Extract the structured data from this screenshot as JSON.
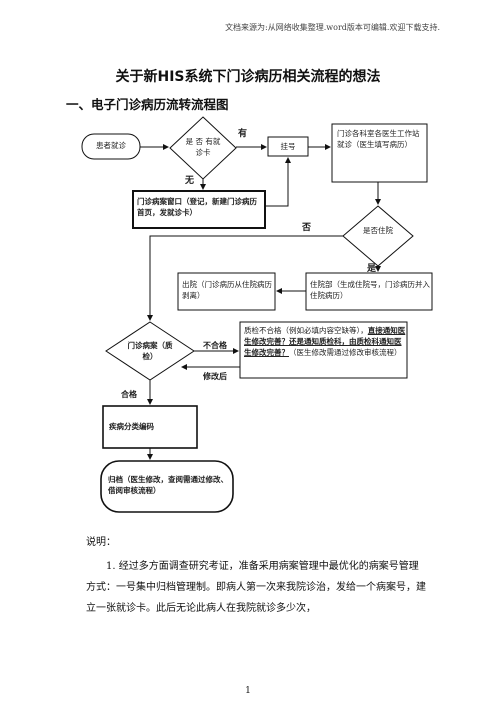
{
  "header_note": "文档来源为:从网络收集整理.word版本可编辑.欢迎下载支持.",
  "title": "关于新HIS系统下门诊病历相关流程的想法",
  "section_heading": "一、电子门诊病历流转流程图",
  "flow": {
    "patient": "患者就诊",
    "has_card_q": "是 否 有就诊卡",
    "label_yes_card": "有",
    "label_no_card": "无",
    "register": "挂号",
    "clinic": "门诊各科室各医生工作站就诊（医生填写病历）",
    "record_window": "门诊病案窗口（登记，新建门诊病历首页，发就诊卡）",
    "hospitalized_q": "是否住院",
    "label_no": "否",
    "label_yes": "是",
    "discharge": "出院（门诊病历从住院病历剥离）",
    "inpatient": "住院部（生成住院号，门诊病历并入住院病历）",
    "qc": "门诊病案（质检）",
    "label_fail": "不合格",
    "label_revised": "修改后",
    "fail_note_plain1": "质检不合格（例如必填内容空缺等），",
    "fail_note_bold": "直接通知医生修改完善？还是通知质检科，由质检科通知医生修改完善？",
    "fail_note_plain2": "（医生修改需通过修改审核流程）",
    "label_pass": "合格",
    "coding": "疾病分类编码",
    "archive": "归档（医生修改，查阅需通过修改、借阅审核流程）"
  },
  "notes_heading": "说明：",
  "paragraph_1": "1. 经过多方面调查研究考证，准备采用病案管理中最优化的病案号管理方式：一号集中归档管理制。即病人第一次来我院诊治，发给一个病案号，建立一张就诊卡。此后无论此病人在我院就诊多少次，",
  "page_number": "1"
}
